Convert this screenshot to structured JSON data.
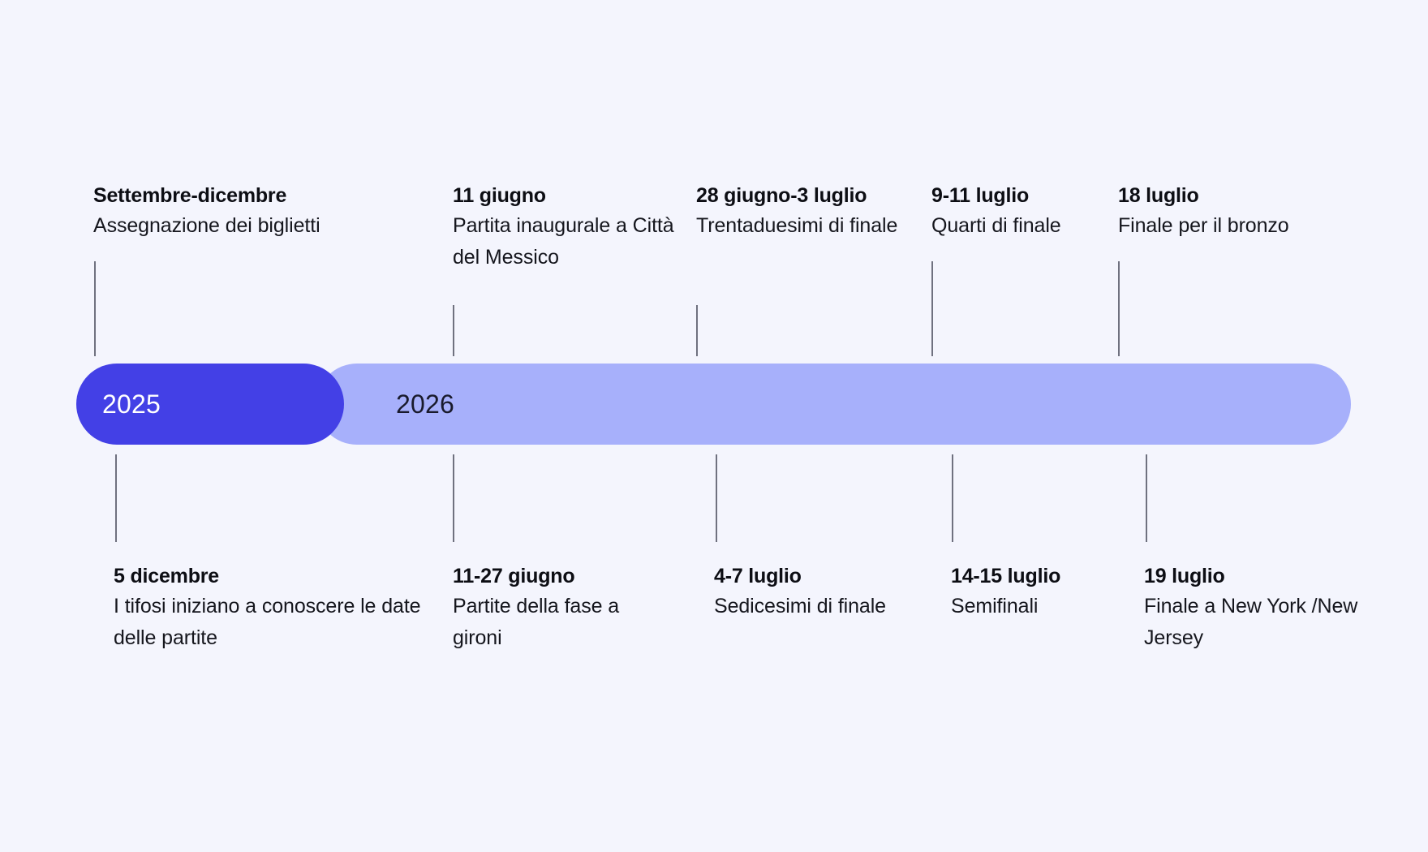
{
  "colors": {
    "background": "#f4f5fd",
    "bar_2025": "#4340e6",
    "bar_2026": "#a7b0fb",
    "tick": "#6f717f",
    "text": "#0d0e14",
    "year_2025_text": "#ffffff",
    "year_2026_text": "#191a2c"
  },
  "bar": {
    "segments": [
      {
        "year": "2025"
      },
      {
        "year": "2026"
      }
    ]
  },
  "entries_top": [
    {
      "date": "Settembre-dicembre",
      "desc": "Assegnazione dei biglietti"
    },
    {
      "date": "11 giugno",
      "desc": "Partita inaugurale a Città del Messico"
    },
    {
      "date": "28 giugno-3 luglio",
      "desc": "Trentaduesimi di finale"
    },
    {
      "date": "9-11 luglio",
      "desc": "Quarti di finale"
    },
    {
      "date": "18 luglio",
      "desc": "Finale per il bronzo"
    }
  ],
  "entries_bottom": [
    {
      "date": "5 dicembre",
      "desc": "I tifosi iniziano a conoscere le date delle partite"
    },
    {
      "date": "11-27 giugno",
      "desc": "Partite della fase a gironi"
    },
    {
      "date": "4-7 luglio",
      "desc": "Sedicesimi di finale"
    },
    {
      "date": "14-15 luglio",
      "desc": "Semifinali"
    },
    {
      "date": "19 luglio",
      "desc": "Finale a New York /New Jersey"
    }
  ]
}
